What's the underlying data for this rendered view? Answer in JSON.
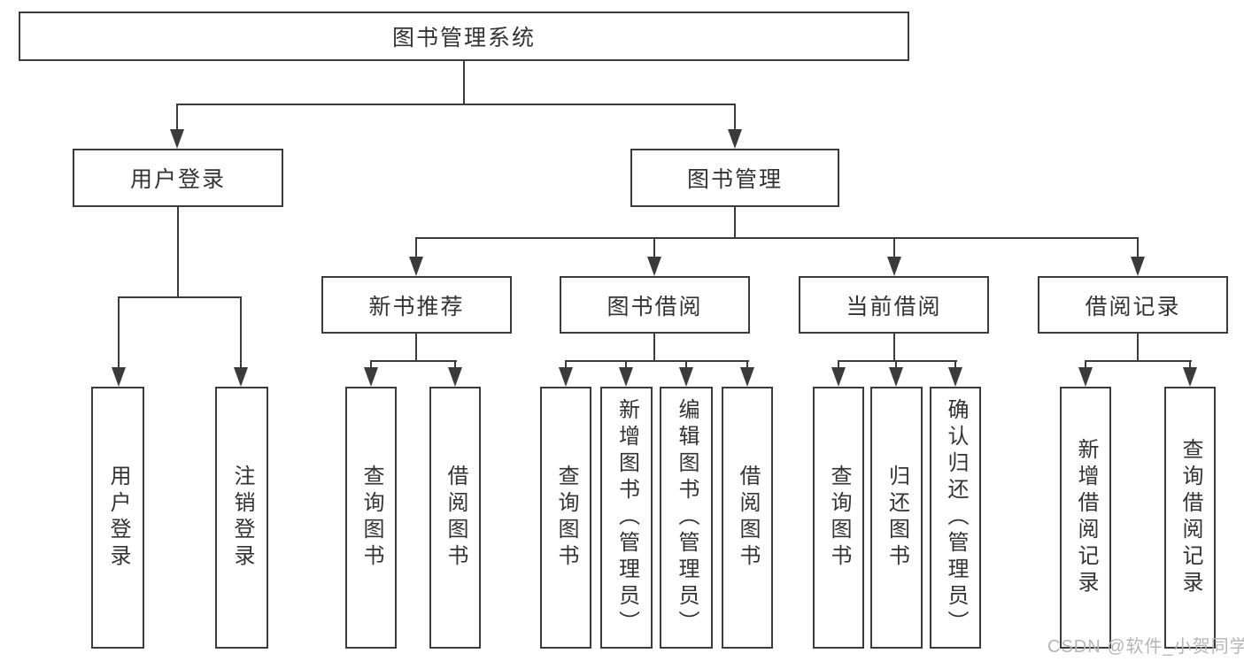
{
  "title": "图书管理系统",
  "nodes": {
    "root": "图书管理系统",
    "user_login": "用户登录",
    "book_management": "图书管理",
    "new_book_recommend": "新书推荐",
    "book_borrow": "图书借阅",
    "current_borrow": "当前借阅",
    "borrow_records": "借阅记录"
  },
  "leaves": {
    "user_login": "用户登录",
    "logout": "注销登录",
    "rec_query": "查询图书",
    "rec_borrow": "借阅图书",
    "bb_query": "查询图书",
    "bb_add": "新增图书（管理员）",
    "bb_edit": "编辑图书（管理员）",
    "bb_borrow": "借阅图书",
    "cb_query": "查询图书",
    "cb_return": "归还图书",
    "cb_confirm": "确认归还（管理员）",
    "br_add": "新增借阅记录",
    "br_query": "查询借阅记录"
  },
  "watermark": "CSDN @软件_小贺同学",
  "colors": {
    "line": "#3b3b3b",
    "text": "#333333",
    "watermark": "#b5b5b5",
    "background": "#ffffff"
  }
}
